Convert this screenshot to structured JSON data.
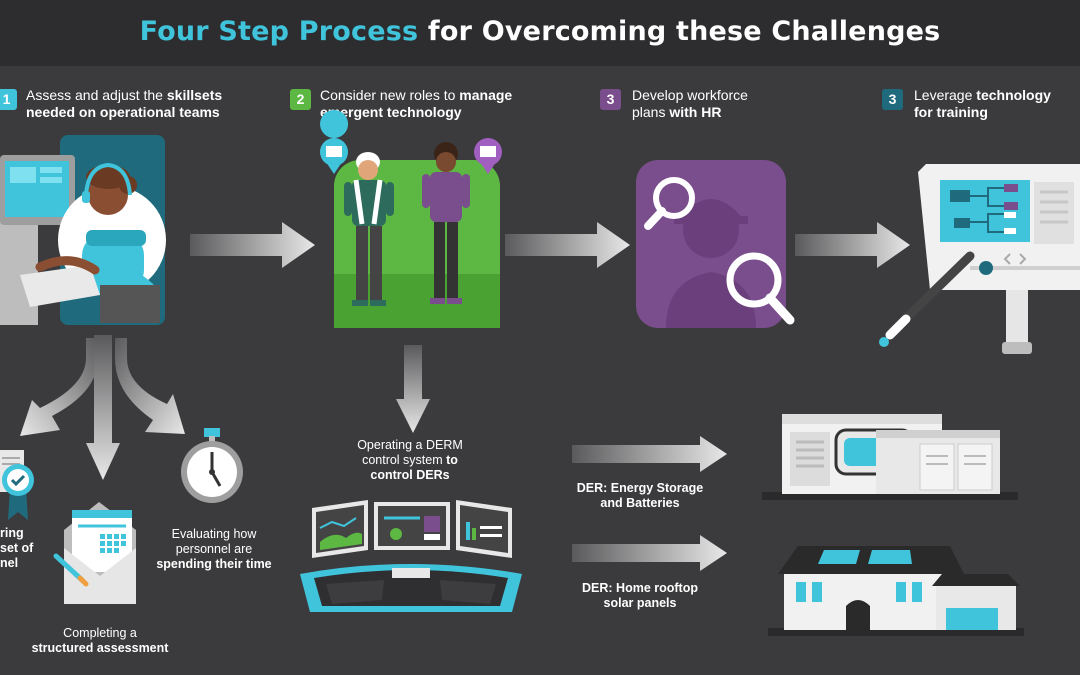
{
  "title": {
    "accent": "Four Step Process",
    "rest": " for Overcoming these Challenges"
  },
  "steps": [
    {
      "num": "1",
      "pre": "Assess and adjust the ",
      "bold1": "skillsets",
      "line2": "needed on operational teams"
    },
    {
      "num": "2",
      "pre": "Consider new roles to ",
      "bold1": "manage",
      "line2": "emergent technology"
    },
    {
      "num": "3",
      "pre": "Develop workforce",
      "mid": "plans ",
      "bold2": "with HR"
    },
    {
      "num": "3",
      "pre": "Leverage ",
      "bold1": "technology",
      "line2": "for training"
    }
  ],
  "captions": {
    "left_partial": [
      "ring",
      "set of",
      "nel"
    ],
    "completing": {
      "l1": "Completing a",
      "l2": "structured assessment"
    },
    "evaluating": {
      "l1": "Evaluating how",
      "l2": "personnel are",
      "l3": "spending their time"
    },
    "derm": {
      "l1": "Operating a DERM",
      "l2a": "control system ",
      "l2b": "to",
      "l3": "control DERs"
    },
    "der_storage": {
      "l1": "DER: Energy Storage",
      "l2": "and Batteries"
    },
    "der_solar": {
      "l1": "DER: Home rooftop",
      "l2": "solar panels"
    }
  },
  "colors": {
    "accent_cyan": "#40c4dc",
    "green": "#5cb842",
    "purple": "#7a4e8c",
    "teal_badge": "#1f6b7d",
    "background": "#3b3b3d",
    "title_bar": "#2d2d2f"
  }
}
